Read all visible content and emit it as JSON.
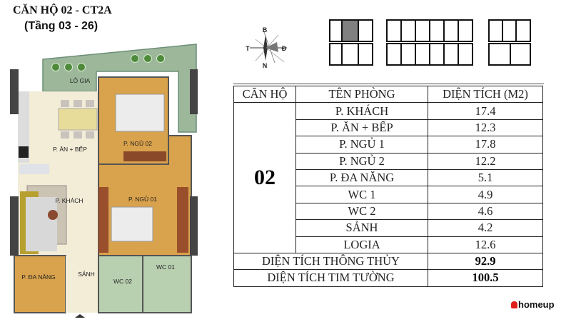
{
  "header": {
    "title": "CĂN HỘ 02 - CT2A",
    "subtitle": "(Tầng 03 - 26)"
  },
  "compass": {
    "north": "B",
    "west": "T",
    "east": "Đ",
    "south": "N"
  },
  "floor_plan": {
    "labels": {
      "logia": "LÔ GIA",
      "kitchen": "P. ĂN + BẾP",
      "bedroom2": "P. NGỦ 02",
      "living": "P. KHÁCH",
      "bedroom1": "P. NGỦ 01",
      "multi": "P. ĐA NĂNG",
      "hall": "SẢNH",
      "wc1": "WC 01",
      "wc2": "WC 02"
    }
  },
  "key_plan": {
    "highlight_color": "#808080"
  },
  "table": {
    "headers": [
      "CĂN HỘ",
      "TÊN PHÒNG",
      "DIỆN TÍCH (M2)"
    ],
    "apartment": "02",
    "rows": [
      {
        "room": "P. KHÁCH",
        "area": "17.4"
      },
      {
        "room": "P. ĂN + BẾP",
        "area": "12.3"
      },
      {
        "room": "P. NGỦ 1",
        "area": "17.8"
      },
      {
        "room": "P. NGỦ 2",
        "area": "12.2"
      },
      {
        "room": "P. ĐA NĂNG",
        "area": "5.1"
      },
      {
        "room": "WC 1",
        "area": "4.9"
      },
      {
        "room": "WC 2",
        "area": "4.6"
      },
      {
        "room": "SẢNH",
        "area": "4.2"
      },
      {
        "room": "LOGIA",
        "area": "12.6"
      }
    ],
    "net_area_label": "DIỆN TÍCH THÔNG THỦY",
    "net_area": "92.9",
    "gross_area_label": "DIỆN TÍCH TIM TƯỜNG",
    "gross_area": "100.5"
  },
  "brand": {
    "name": "homeup",
    "color": "#e0211b"
  }
}
